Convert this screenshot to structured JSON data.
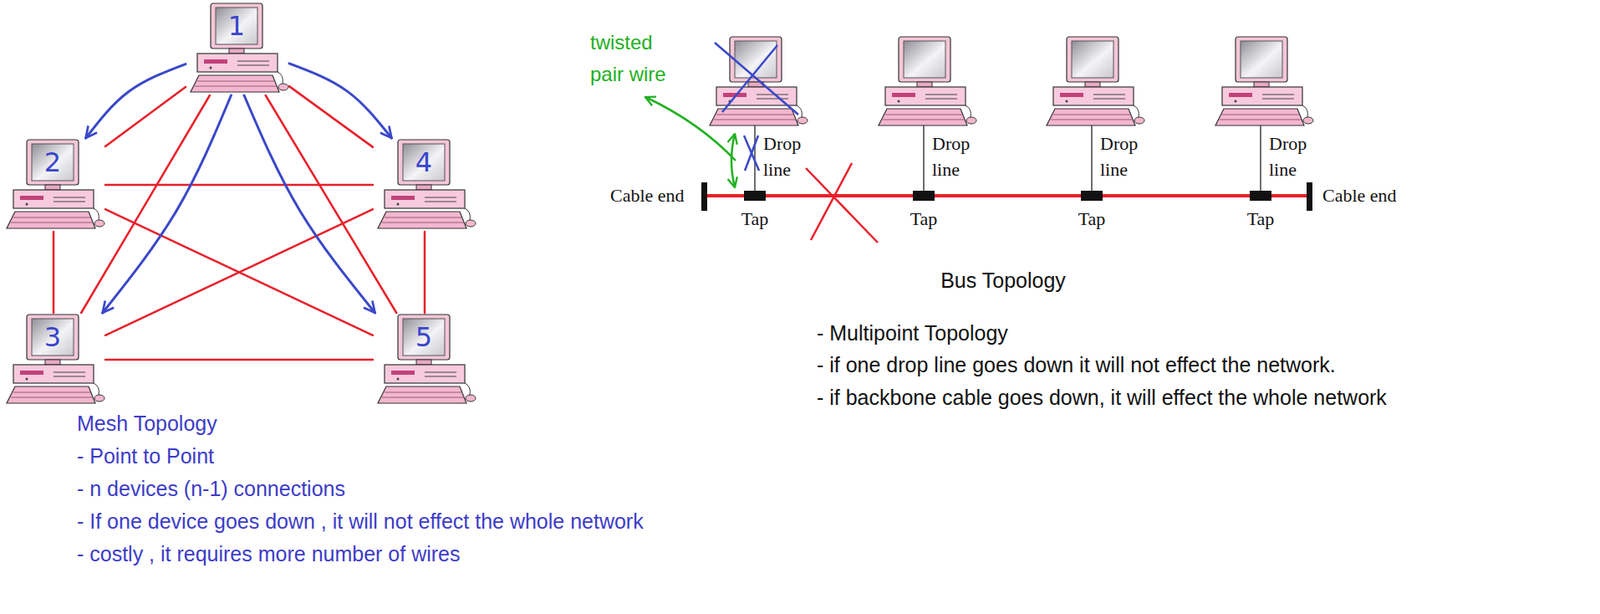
{
  "diagram": {
    "nodes": [
      {
        "text": [
          "1"
        ]
      },
      {
        "text": [
          "2"
        ]
      },
      {
        "text": [
          "4"
        ]
      },
      {
        "text": [
          "3"
        ]
      },
      {
        "text": [
          "5"
        ]
      }
    ],
    "edges": [
      {
        "from": 0,
        "to": 1,
        "arrow": "none"
      },
      {
        "from": 0,
        "to": 2,
        "arrow": "none"
      },
      {
        "from": 0,
        "to": 3,
        "arrow": "none"
      },
      {
        "from": 0,
        "to": 4,
        "arrow": "none"
      },
      {
        "from": 1,
        "to": 2,
        "arrow": "none"
      },
      {
        "from": 1,
        "to": 3,
        "arrow": "none"
      },
      {
        "from": 1,
        "to": 4,
        "arrow": "none"
      },
      {
        "from": 2,
        "to": 3,
        "arrow": "none"
      },
      {
        "from": 2,
        "to": 4,
        "arrow": "none"
      },
      {
        "from": 3,
        "to": 4,
        "arrow": "none"
      },
      {
        "from": 0,
        "to": 1,
        "arrow": "to"
      },
      {
        "from": 0,
        "to": 2,
        "arrow": "to"
      },
      {
        "from": 0,
        "to": 3,
        "arrow": "to"
      },
      {
        "from": 0,
        "to": 4,
        "arrow": "to"
      }
    ],
    "labels": [
      "twisted pair wire",
      "Drop line",
      "Drop line",
      "Drop line",
      "Drop line",
      "Cable end",
      "Tap",
      "Tap",
      "Tap",
      "Tap",
      "Cable end",
      "Bus Topology",
      "- Multipoint Topology",
      "- if one drop line goes down it will not effect the network.",
      "- if backbone cable goes down, it will effect the whole network",
      "Mesh Topology",
      "- Point to Point",
      "- n devices (n-1) connections",
      "- If one device goes down , it will not effect the whole network",
      "- costly , it requires more number of wires"
    ]
  }
}
